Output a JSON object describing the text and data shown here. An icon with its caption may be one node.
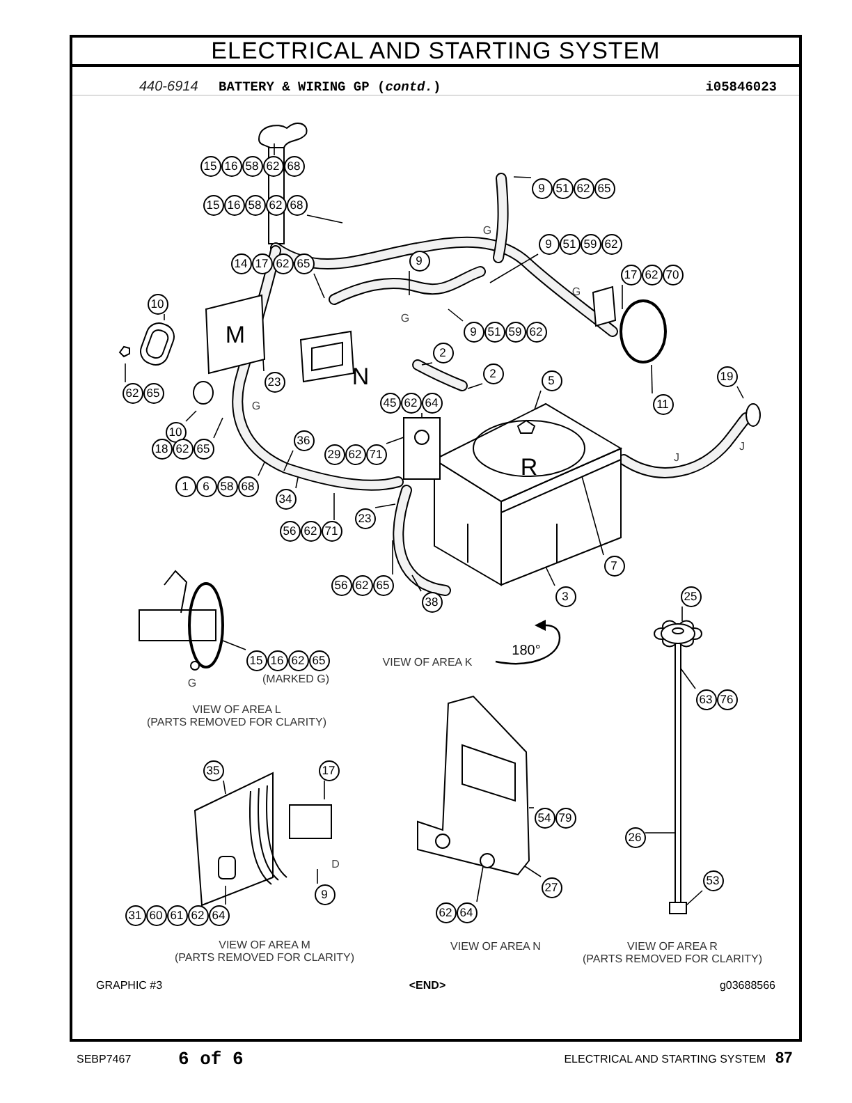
{
  "diagram": {
    "title": "ELECTRICAL AND STARTING SYSTEM",
    "nodes": [
      {
        "text": [
          "15",
          "16",
          "58",
          "62",
          "68"
        ]
      },
      {
        "text": [
          "15",
          "16",
          "58",
          "62",
          "68"
        ]
      },
      {
        "text": [
          "14",
          "17",
          "62",
          "65"
        ]
      },
      {
        "text": [
          "9"
        ]
      },
      {
        "text": [
          "10"
        ]
      },
      {
        "text": [
          "62",
          "65"
        ]
      },
      {
        "text": [
          "10"
        ]
      },
      {
        "text": [
          "23"
        ]
      },
      {
        "text": [
          "18",
          "62",
          "65"
        ]
      },
      {
        "text": [
          "1",
          "6",
          "58",
          "68"
        ]
      },
      {
        "text": [
          "36"
        ]
      },
      {
        "text": [
          "34"
        ]
      },
      {
        "text": [
          "29",
          "62",
          "71"
        ]
      },
      {
        "text": [
          "45",
          "62",
          "64"
        ]
      },
      {
        "text": [
          "56",
          "62",
          "71"
        ]
      },
      {
        "text": [
          "23"
        ]
      },
      {
        "text": [
          "56",
          "62",
          "65"
        ]
      },
      {
        "text": [
          "38"
        ]
      },
      {
        "text": [
          "9",
          "51",
          "62",
          "65"
        ]
      },
      {
        "text": [
          "9",
          "51",
          "59",
          "62"
        ]
      },
      {
        "text": [
          "17",
          "62",
          "70"
        ]
      },
      {
        "text": [
          "9",
          "51",
          "59",
          "62"
        ]
      },
      {
        "text": [
          "2"
        ]
      },
      {
        "text": [
          "2"
        ]
      },
      {
        "text": [
          "5"
        ]
      },
      {
        "text": [
          "11"
        ]
      },
      {
        "text": [
          "19"
        ]
      },
      {
        "text": [
          "7"
        ]
      },
      {
        "text": [
          "3"
        ]
      },
      {
        "text": [
          "15",
          "16",
          "62",
          "65"
        ],
        "beside": [
          "(MARKED G)"
        ]
      },
      {
        "text": [
          "35"
        ]
      },
      {
        "text": [
          "17"
        ]
      },
      {
        "text": [
          "9"
        ]
      },
      {
        "text": [
          "31",
          "60",
          "61",
          "62",
          "64"
        ]
      },
      {
        "text": [
          "54",
          "79"
        ]
      },
      {
        "text": [
          "27"
        ]
      },
      {
        "text": [
          "62",
          "64"
        ]
      },
      {
        "text": [
          "25"
        ]
      },
      {
        "text": [
          "63",
          "76"
        ]
      },
      {
        "text": [
          "26"
        ]
      },
      {
        "text": [
          "53"
        ]
      },
      {
        "text": [
          "M"
        ]
      },
      {
        "text": [],
        "shape": "picture"
      },
      {
        "text": [],
        "shape": "picture"
      },
      {
        "text": [],
        "shape": "picture"
      },
      {
        "text": [],
        "shape": "picture"
      }
    ],
    "edges": [
      {
        "from": 0,
        "to": null,
        "arrow": "none"
      },
      {
        "from": 1,
        "to": null,
        "arrow": "none"
      },
      {
        "from": 2,
        "to": null,
        "arrow": "none"
      },
      {
        "from": 3,
        "to": null,
        "arrow": "none"
      },
      {
        "from": 4,
        "to": null,
        "arrow": "none"
      },
      {
        "from": 5,
        "to": null,
        "arrow": "none"
      },
      {
        "from": 6,
        "to": null,
        "arrow": "none"
      },
      {
        "from": 7,
        "to": 41,
        "arrow": "none"
      },
      {
        "from": 8,
        "to": null,
        "arrow": "none"
      },
      {
        "from": 9,
        "to": null,
        "arrow": "none"
      },
      {
        "from": 10,
        "to": null,
        "arrow": "none"
      },
      {
        "from": 11,
        "to": null,
        "arrow": "none"
      },
      {
        "from": 12,
        "to": 43,
        "arrow": "none"
      },
      {
        "from": 13,
        "to": 43,
        "arrow": "none"
      },
      {
        "from": 14,
        "to": null,
        "arrow": "none"
      },
      {
        "from": 15,
        "to": null,
        "arrow": "none"
      },
      {
        "from": 16,
        "to": null,
        "arrow": "none"
      },
      {
        "from": 17,
        "to": null,
        "arrow": "none"
      },
      {
        "from": 18,
        "to": null,
        "arrow": "none"
      },
      {
        "from": 19,
        "to": null,
        "arrow": "none"
      },
      {
        "from": 20,
        "to": null,
        "arrow": "none"
      },
      {
        "from": 21,
        "to": null,
        "arrow": "none"
      },
      {
        "from": 22,
        "to": null,
        "arrow": "none"
      },
      {
        "from": 23,
        "to": null,
        "arrow": "none"
      },
      {
        "from": 24,
        "to": 42,
        "arrow": "none"
      },
      {
        "from": 25,
        "to": null,
        "arrow": "none"
      },
      {
        "from": 26,
        "to": null,
        "arrow": "none"
      },
      {
        "from": 27,
        "to": 42,
        "arrow": "none"
      },
      {
        "from": 28,
        "to": 42,
        "arrow": "none"
      },
      {
        "from": 29,
        "to": null,
        "arrow": "none"
      },
      {
        "from": 30,
        "to": null,
        "arrow": "none"
      },
      {
        "from": 31,
        "to": null,
        "arrow": "none"
      },
      {
        "from": 32,
        "to": null,
        "arrow": "none"
      },
      {
        "from": 33,
        "to": null,
        "arrow": "none"
      },
      {
        "from": 34,
        "to": 44,
        "arrow": "none"
      },
      {
        "from": 35,
        "to": 44,
        "arrow": "none"
      },
      {
        "from": 36,
        "to": 44,
        "arrow": "none"
      },
      {
        "from": 37,
        "to": 45,
        "arrow": "none"
      },
      {
        "from": 38,
        "to": 45,
        "arrow": "none"
      },
      {
        "from": 39,
        "to": 45,
        "arrow": "none"
      },
      {
        "from": 40,
        "to": 45,
        "arrow": "none"
      }
    ],
    "labels": [
      "440-6914",
      "BATTERY & WIRING GP (*contd.*)",
      "i05846023",
      "G",
      "G",
      "G",
      "G",
      "N",
      "R",
      "J",
      "J",
      "G",
      "VIEW OF AREA K",
      "180°",
      "VIEW OF AREA L",
      "(PARTS REMOVED FOR CLARITY)",
      "D",
      "VIEW OF AREA M",
      "(PARTS REMOVED FOR CLARITY)",
      "VIEW OF AREA N",
      "VIEW OF AREA R",
      "(PARTS REMOVED FOR CLARITY)",
      "GRAPHIC #3",
      "<END>",
      "g03688566",
      "SEBP7467",
      "6 of 6",
      "ELECTRICAL AND STARTING SYSTEM",
      "87"
    ]
  }
}
